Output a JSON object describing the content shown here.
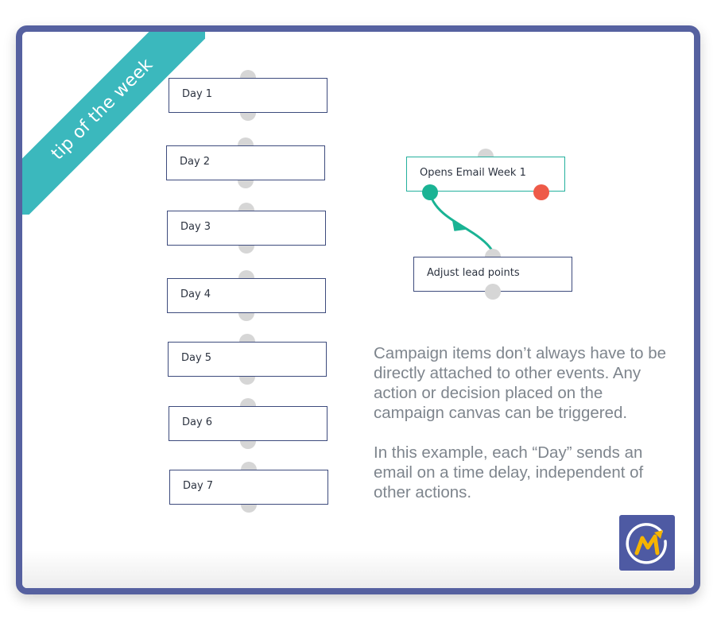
{
  "banner": {
    "label": "tip of the week"
  },
  "day_nodes": [
    {
      "label": "Day 1"
    },
    {
      "label": "Day 2"
    },
    {
      "label": "Day 3"
    },
    {
      "label": "Day 4"
    },
    {
      "label": "Day 5"
    },
    {
      "label": "Day 6"
    },
    {
      "label": "Day 7"
    }
  ],
  "decision_node": {
    "label": "Opens Email Week 1"
  },
  "action_node": {
    "label": "Adjust lead points"
  },
  "description": {
    "paragraph_1": "Campaign items don’t always have to be directly attached to other events. Any action or decision placed on the campaign canvas can be triggered.",
    "paragraph_2": "In this example, each “Day” sends an email on a time delay, independent of other actions."
  },
  "colors": {
    "frame": "#5661a0",
    "banner": "#3bb8bd",
    "node_border": "#3d4b7d",
    "decision_yes": "#1ab394",
    "decision_no": "#ee5a48",
    "connector": "#1ab394",
    "logo_background": "#4e5aa3",
    "logo_accent": "#f5b400"
  },
  "logo": {
    "icon": "mautic-logo-icon"
  }
}
